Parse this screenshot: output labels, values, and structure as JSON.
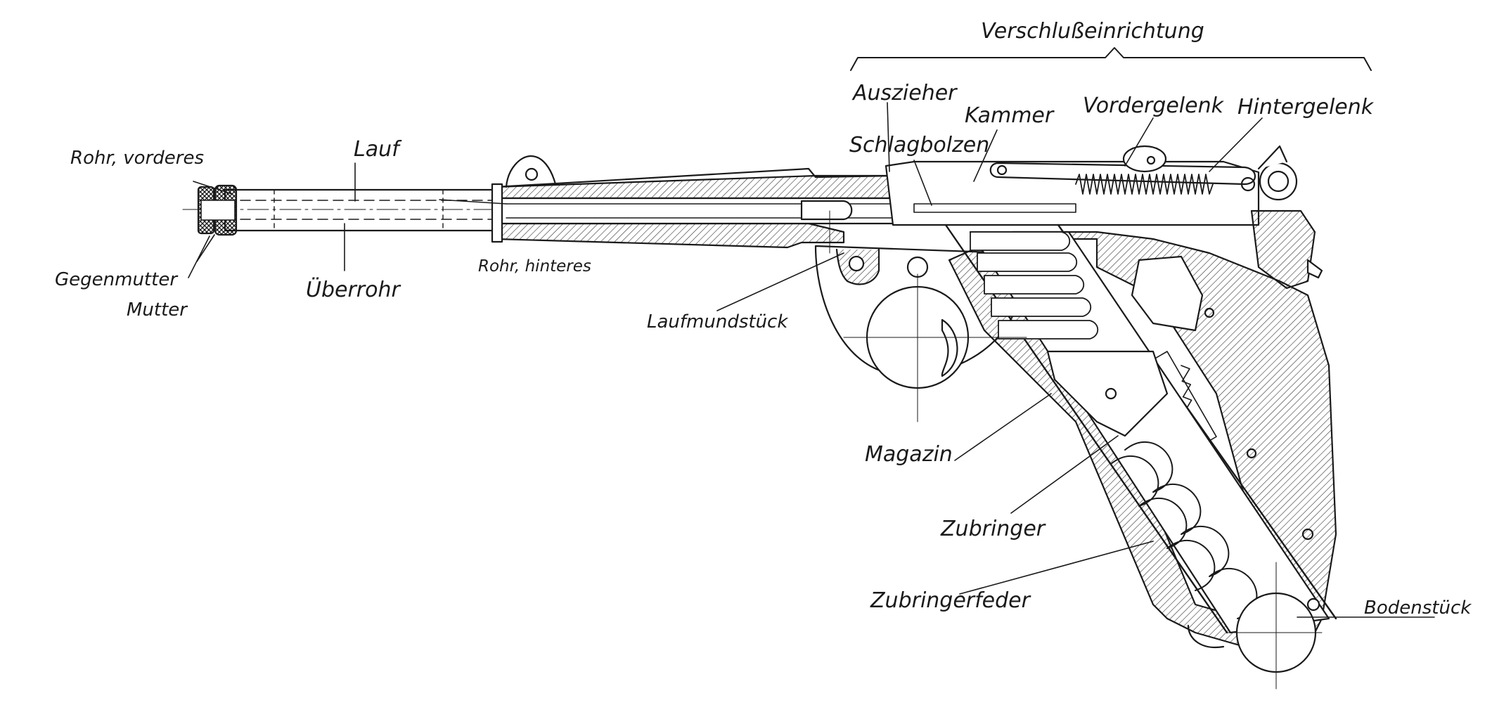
{
  "diagram": {
    "labels": {
      "verschluss": "Verschlußeinrichtung",
      "auszieher": "Auszieher",
      "kammer": "Kammer",
      "vordergelenk": "Vordergelenk",
      "hintergelenk": "Hintergelenk",
      "schlagbolzen": "Schlagbolzen",
      "lauf": "Lauf",
      "rohr_vorderes": "Rohr, vorderes",
      "gegenmutter": "Gegenmutter",
      "mutter": "Mutter",
      "ueberrohr": "Überrohr",
      "rohr_hinteres": "Rohr, hinteres",
      "laufmundstueck": "Laufmundstück",
      "magazin": "Magazin",
      "zubringer": "Zubringer",
      "zubringerfeder": "Zubringerfeder",
      "bodenstueck": "Bodenstück"
    },
    "colors": {
      "ink": "#1a1a1a",
      "paper": "#ffffff"
    }
  }
}
